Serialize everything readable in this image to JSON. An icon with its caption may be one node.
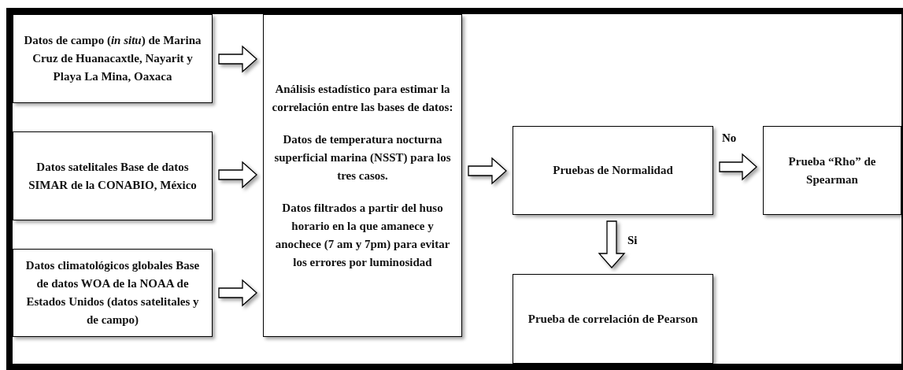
{
  "diagram": {
    "nodes": [
      {
        "text": [
          "Datos de campo (*in situ*) de Marina Cruz de Huanacaxtle, Nayarit y Playa La Mina, Oaxaca"
        ]
      },
      {
        "text": [
          "Datos satelitales Base de datos SIMAR de la CONABIO, México"
        ]
      },
      {
        "text": [
          "Datos climatológicos globales Base de datos WOA de la NOAA de Estados Unidos (datos satelitales y de campo)"
        ]
      },
      {
        "text": [
          "Análisis estadístico para estimar la correlación entre las bases de datos:",
          "Datos de temperatura nocturna superficial marina (NSST) para los tres casos.",
          "Datos filtrados a partir del huso horario en la que amanece y anochece (7 am y 7pm) para evitar los errores por luminosidad"
        ]
      },
      {
        "text": [
          "Pruebas de Normalidad"
        ]
      },
      {
        "text": [
          "Prueba “Rho” de Spearman"
        ]
      },
      {
        "text": [
          "Prueba de correlación de Pearson"
        ]
      }
    ],
    "edges": [
      {
        "from": 0,
        "to": 3,
        "arrow": "to"
      },
      {
        "from": 1,
        "to": 3,
        "arrow": "to"
      },
      {
        "from": 2,
        "to": 3,
        "arrow": "to"
      },
      {
        "from": 3,
        "to": 4,
        "arrow": "to"
      },
      {
        "from": 4,
        "to": 5,
        "arrow": "to",
        "label": "No"
      },
      {
        "from": 4,
        "to": 6,
        "arrow": "to",
        "label": "Si"
      }
    ]
  }
}
